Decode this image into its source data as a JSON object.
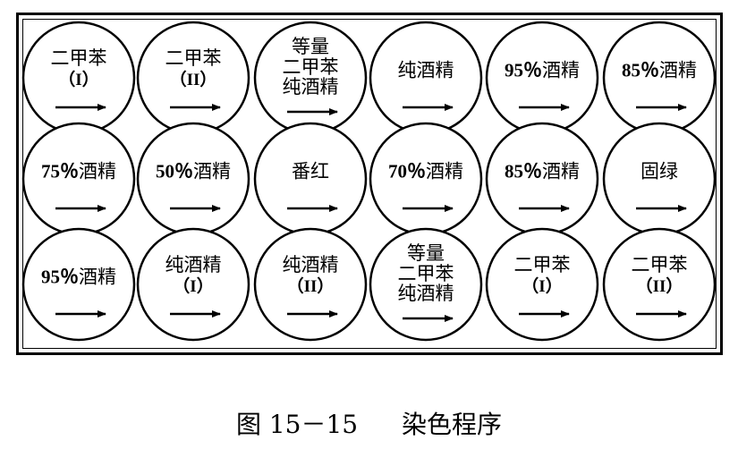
{
  "wells": [
    {
      "lines": [
        {
          "text": "二甲苯"
        },
        {
          "text": "（I）",
          "roman": true
        }
      ]
    },
    {
      "lines": [
        {
          "text": "二甲苯"
        },
        {
          "text": "（II）",
          "roman": true
        }
      ]
    },
    {
      "lines": [
        {
          "text": "等量"
        },
        {
          "text": "二甲苯"
        },
        {
          "text": "纯酒精"
        }
      ]
    },
    {
      "lines": [
        {
          "text": "纯酒精"
        }
      ]
    },
    {
      "lines": [
        {
          "num": "95％",
          "text": "酒精"
        }
      ]
    },
    {
      "lines": [
        {
          "num": "85％",
          "text": "酒精"
        }
      ]
    },
    {
      "lines": [
        {
          "num": "75％",
          "text": "酒精"
        }
      ]
    },
    {
      "lines": [
        {
          "num": "50％",
          "text": "酒精"
        }
      ]
    },
    {
      "lines": [
        {
          "text": "番红"
        }
      ]
    },
    {
      "lines": [
        {
          "num": "70％",
          "text": "酒精"
        }
      ]
    },
    {
      "lines": [
        {
          "num": "85％",
          "text": "酒精"
        }
      ]
    },
    {
      "lines": [
        {
          "text": "固绿"
        }
      ]
    },
    {
      "lines": [
        {
          "num": "95％",
          "text": "酒精"
        }
      ]
    },
    {
      "lines": [
        {
          "text": "纯酒精"
        },
        {
          "text": "（I）",
          "roman": true
        }
      ]
    },
    {
      "lines": [
        {
          "text": "纯酒精"
        },
        {
          "text": "（II）",
          "roman": true
        }
      ]
    },
    {
      "lines": [
        {
          "text": "等量"
        },
        {
          "text": "二甲苯"
        },
        {
          "text": "纯酒精"
        }
      ]
    },
    {
      "lines": [
        {
          "text": "二甲苯"
        },
        {
          "text": "（I）",
          "roman": true
        }
      ]
    },
    {
      "lines": [
        {
          "text": "二甲苯"
        },
        {
          "text": "（II）",
          "roman": true
        }
      ]
    }
  ],
  "caption": {
    "figure_number": "图 15－15",
    "title": "染色程序"
  }
}
